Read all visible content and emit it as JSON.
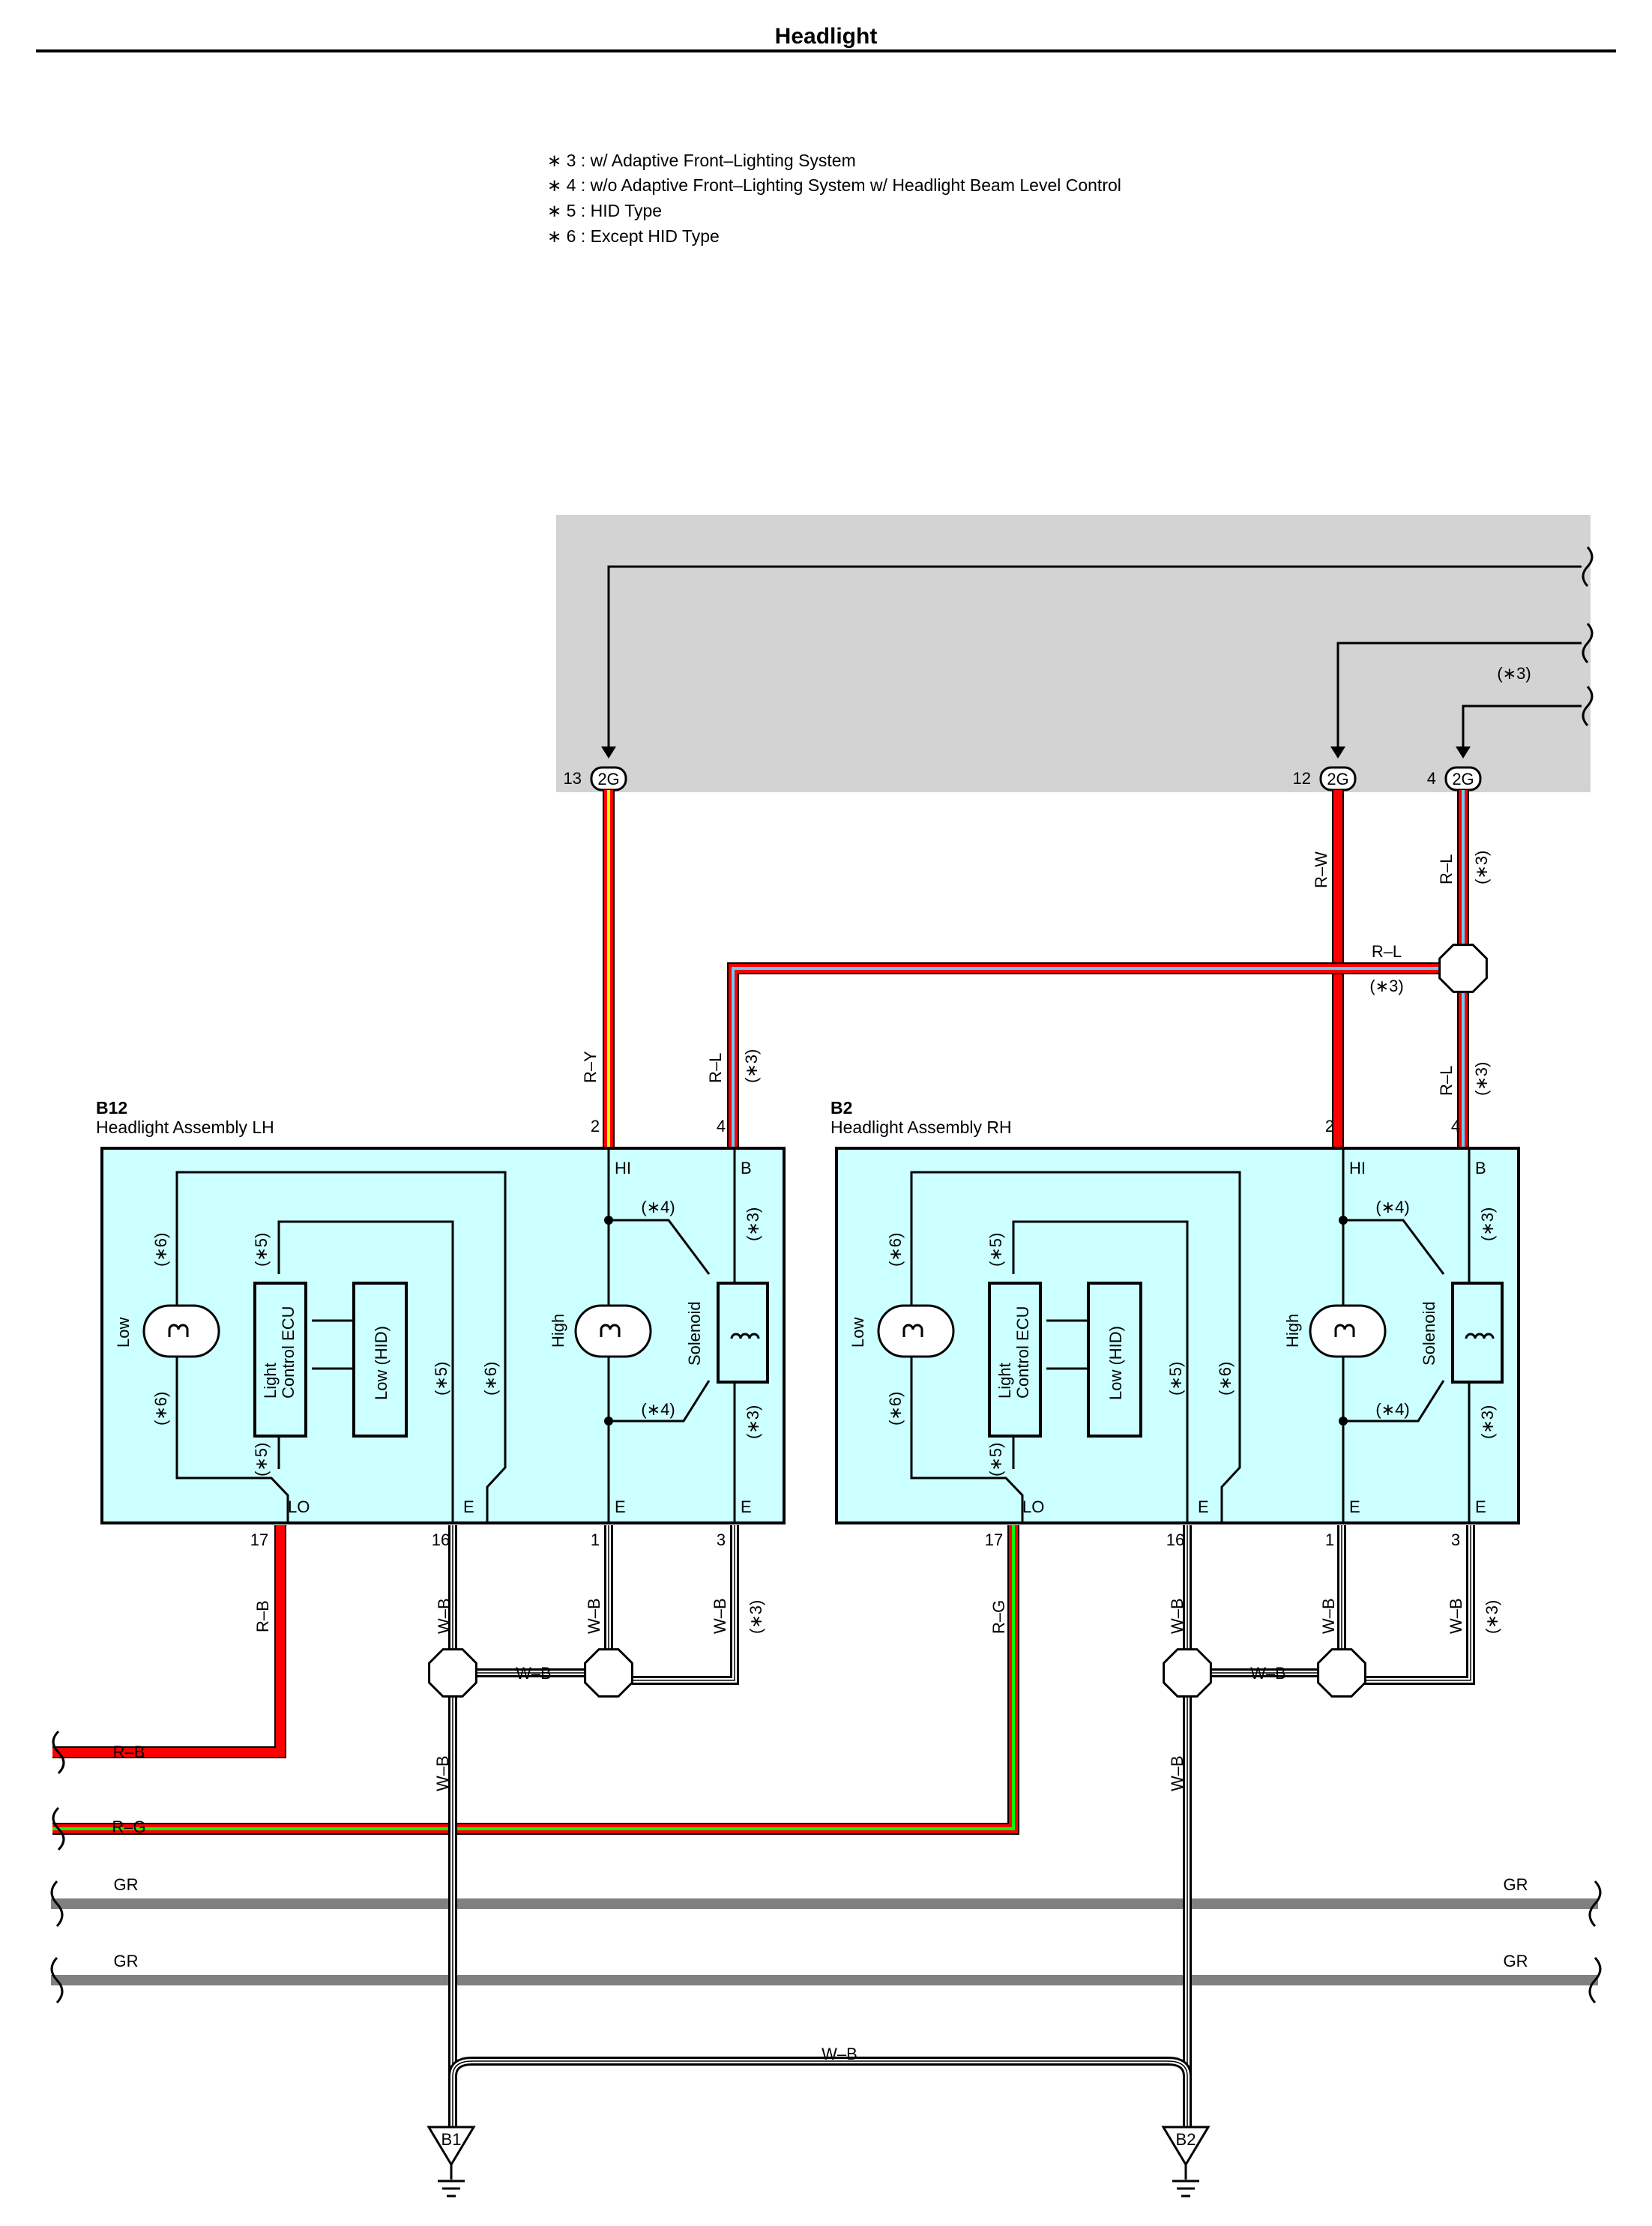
{
  "title": "Headlight",
  "notes": [
    "∗ 3 : w/ Adaptive Front–Lighting System",
    "∗ 4 : w/o Adaptive Front–Lighting System w/ Headlight Beam Level Control",
    "∗ 5 : HID Type",
    "∗ 6 : Except HID Type"
  ],
  "ecu_connectors": [
    {
      "pin": "13",
      "code": "2G"
    },
    {
      "pin": "12",
      "code": "2G"
    },
    {
      "pin": "4",
      "code": "2G"
    }
  ],
  "ecu_note": "(∗3)",
  "assemblies": [
    {
      "code": "B12",
      "name": "Headlight Assembly LH",
      "pins_top": [
        "2",
        "4"
      ],
      "terms_top": [
        "HI",
        "B"
      ],
      "terms_bottom": [
        "LO",
        "E",
        "E",
        "E"
      ],
      "pins_bottom": [
        "17",
        "16",
        "1",
        "3"
      ],
      "low": "Low",
      "high": "High",
      "ecu": [
        "Light",
        "Control ECU"
      ],
      "hid": "Low (HID)",
      "solenoid": "Solenoid",
      "n5": "(∗5)",
      "n6": "(∗6)",
      "n4": "(∗4)",
      "n3": "(∗3)"
    },
    {
      "code": "B2",
      "name": "Headlight Assembly RH",
      "pins_top": [
        "2",
        "4"
      ],
      "terms_top": [
        "HI",
        "B"
      ],
      "terms_bottom": [
        "LO",
        "E",
        "E",
        "E"
      ],
      "pins_bottom": [
        "17",
        "16",
        "1",
        "3"
      ],
      "low": "Low",
      "high": "High",
      "ecu": [
        "Light",
        "Control ECU"
      ],
      "hid": "Low (HID)",
      "solenoid": "Solenoid",
      "n5": "(∗5)",
      "n6": "(∗6)",
      "n4": "(∗4)",
      "n3": "(∗3)"
    }
  ],
  "wire_labels": {
    "ry": "R–Y",
    "rw": "R–W",
    "rl": "R–L",
    "rb": "R–B",
    "rg": "R–G",
    "wb": "W–B",
    "gr": "GR",
    "n3": "(∗3)"
  },
  "grounds": [
    "B1",
    "B2"
  ],
  "colors": {
    "panel": "#d3d3d3",
    "box": "#ccffff",
    "red": "#ff0000",
    "yellow": "#ffff00",
    "green": "#00ff00",
    "blue": "#66ccff",
    "gray": "#808080"
  }
}
